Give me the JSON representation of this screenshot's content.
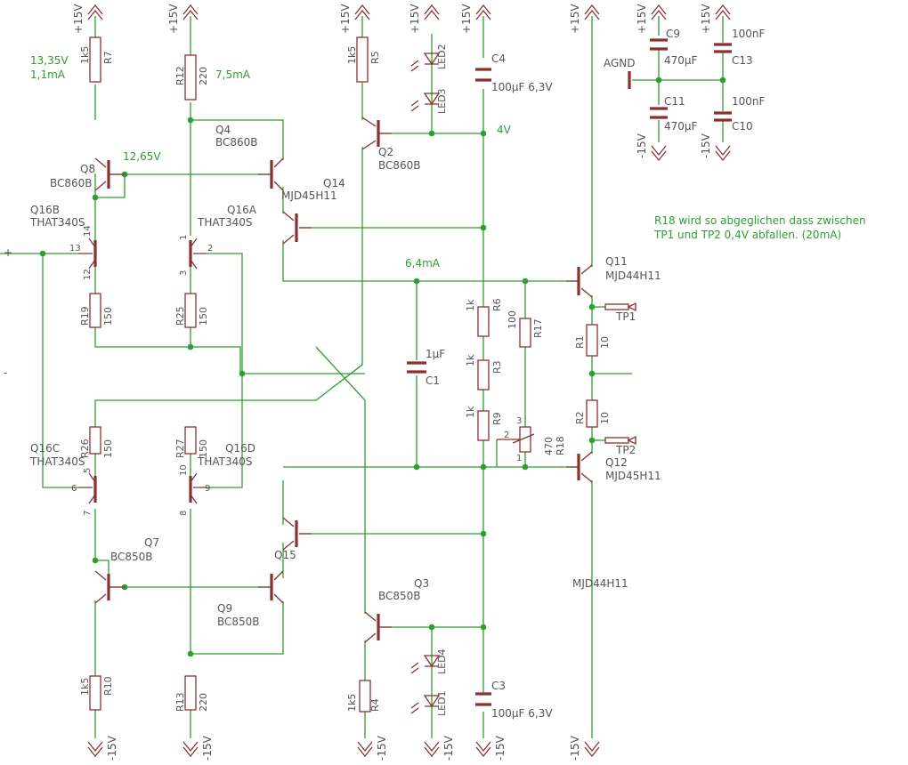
{
  "rails": {
    "pos": "+15V",
    "neg": "-15V",
    "agnd": "AGND"
  },
  "inputs": {
    "plus": "+",
    "minus": "-"
  },
  "parts": {
    "R7": {
      "ref": "R7",
      "val": "1k5"
    },
    "R12": {
      "ref": "R12",
      "val": "220"
    },
    "R5": {
      "ref": "R5",
      "val": "1k5"
    },
    "R19": {
      "ref": "R19",
      "val": "150"
    },
    "R25": {
      "ref": "R25",
      "val": "150"
    },
    "R26": {
      "ref": "R26",
      "val": "150"
    },
    "R27": {
      "ref": "R27",
      "val": "150"
    },
    "R10": {
      "ref": "R10",
      "val": "1k5"
    },
    "R13": {
      "ref": "R13",
      "val": "220"
    },
    "R4": {
      "ref": "R4",
      "val": "1k5"
    },
    "R6": {
      "ref": "R6",
      "val": "1k"
    },
    "R3": {
      "ref": "R3",
      "val": "1k"
    },
    "R9": {
      "ref": "R9",
      "val": "1k"
    },
    "R17": {
      "ref": "R17",
      "val": "100"
    },
    "R18": {
      "ref": "R18",
      "val": "470"
    },
    "R1": {
      "ref": "R1",
      "val": "10"
    },
    "R2": {
      "ref": "R2",
      "val": "10"
    },
    "C1": {
      "ref": "C1",
      "val": "1µF"
    },
    "C3": {
      "ref": "C3",
      "val": "100µF 6,3V"
    },
    "C4": {
      "ref": "C4",
      "val": "100µF 6,3V"
    },
    "C9": {
      "ref": "C9",
      "val": "470µF"
    },
    "C11": {
      "ref": "C11",
      "val": "470µF"
    },
    "C13": {
      "ref": "C13",
      "val": "100nF"
    },
    "C10": {
      "ref": "C10",
      "val": "100nF"
    },
    "LED1": "LED1",
    "LED2": "LED2",
    "LED3": "LED3",
    "LED4": "LED4",
    "TP1": "TP1",
    "TP2": "TP2",
    "Q8": {
      "ref": "Q8",
      "type": "BC860B"
    },
    "Q4": {
      "ref": "Q4",
      "type": "BC860B"
    },
    "Q2": {
      "ref": "Q2",
      "type": "BC860B"
    },
    "Q14": {
      "ref": "Q14",
      "type": "MJD45H11"
    },
    "Q16B": {
      "ref": "Q16B",
      "type": "THAT340S"
    },
    "Q16A": {
      "ref": "Q16A",
      "type": "THAT340S"
    },
    "Q16C": {
      "ref": "Q16C",
      "type": "THAT340S"
    },
    "Q16D": {
      "ref": "Q16D",
      "type": "THAT340S"
    },
    "Q7": {
      "ref": "Q7",
      "type": "BC850B"
    },
    "Q9": {
      "ref": "Q9",
      "type": "BC850B"
    },
    "Q3": {
      "ref": "Q3",
      "type": "BC850B"
    },
    "Q15": {
      "ref": "Q15",
      "type": "MJD44H11"
    },
    "Q11": {
      "ref": "Q11",
      "type": "MJD44H11"
    },
    "Q12": {
      "ref": "Q12",
      "type": "MJD45H11"
    }
  },
  "pins": {
    "q16b_13": "13",
    "q16b_14": "14",
    "q16b_12": "12",
    "q16a_1": "1",
    "q16a_2": "2",
    "q16a_3": "3",
    "q16c_5": "5",
    "q16c_6": "6",
    "q16c_7": "7",
    "q16d_10": "10",
    "q16d_9": "9",
    "q16d_8": "8",
    "r18_1": "1",
    "r18_2": "2",
    "r18_3": "3"
  },
  "annotations": {
    "v_r7": "13,35V",
    "i_r7": "1,1mA",
    "i_r12": "7,5mA",
    "v_q8": "12,65V",
    "v_led": "4V",
    "i_out": "6,4mA",
    "note": "R18 wird so abgeglichen dass zwischen TP1 und TP2 0,4V abfallen. (20mA)"
  }
}
